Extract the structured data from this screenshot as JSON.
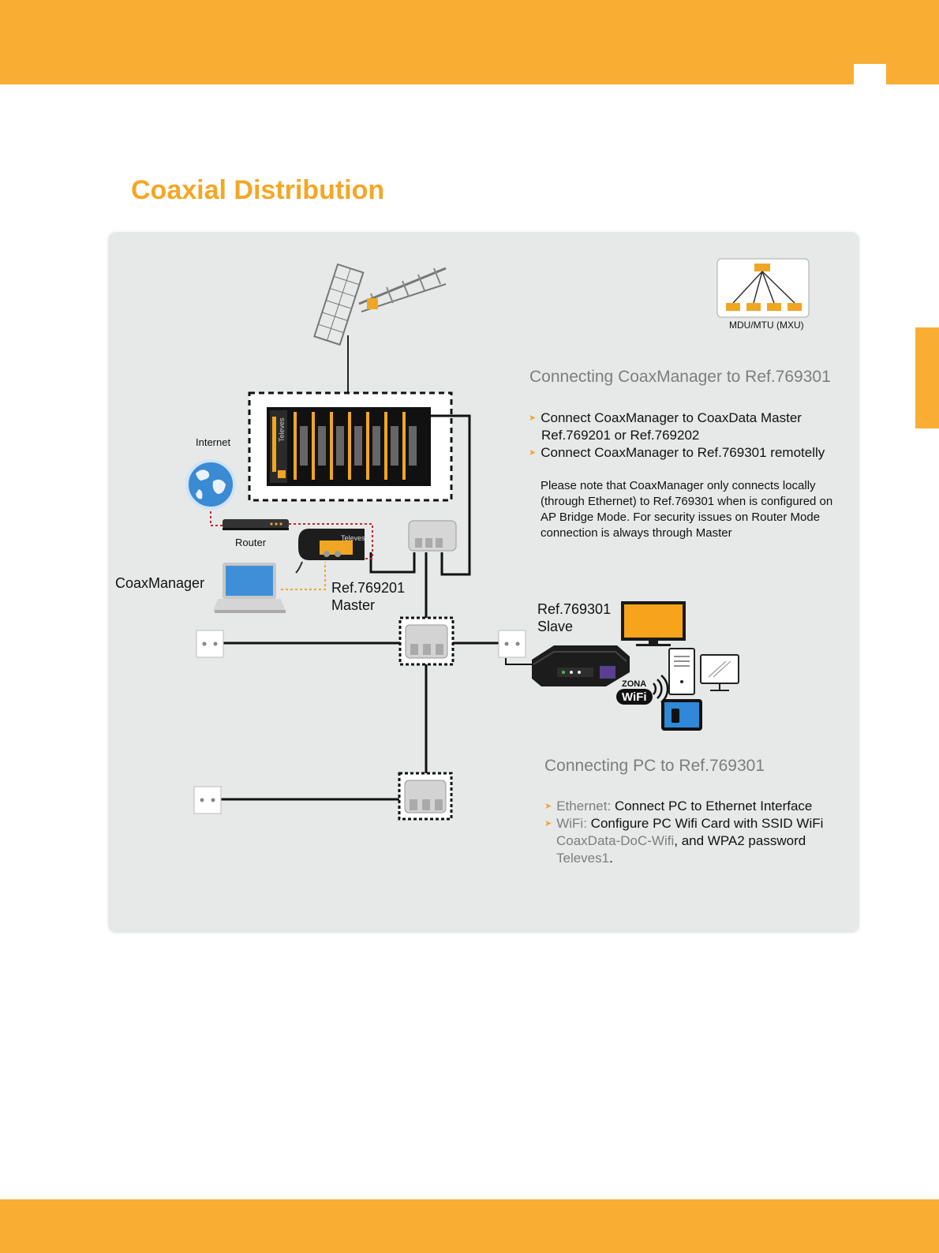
{
  "colors": {
    "accent": "#f9ad33",
    "panel": "#e7e9e9",
    "title": "#f5a623"
  },
  "title": "Coaxial Distribution",
  "diagram": {
    "labels": {
      "internet": "Internet",
      "router": "Router",
      "coaxmanager": "CoaxManager",
      "master_ref": "Ref.769201",
      "master_role": "Master",
      "slave_ref": "Ref.769301",
      "slave_role": "Slave",
      "mxu": "MDU/MTU (MXU)"
    },
    "section1": {
      "heading": "Connecting CoaxManager to Ref.769301",
      "bullets": [
        "Connect CoaxManager to CoaxData Master",
        "Ref.769201 or Ref.769202",
        "Connect CoaxManager to Ref.769301 remotelly"
      ],
      "note": [
        "Please note that CoaxManager only connects locally",
        "(through Ethernet) to Ref.769301 when is configured on",
        "AP Bridge Mode. For security issues on Router Mode",
        "connection is always through Master"
      ]
    },
    "section2": {
      "heading": "Connecting PC to Ref.769301",
      "ethernet_label": "Ethernet:",
      "ethernet_text": "Connect PC to Ethernet Interface",
      "wifi_label": "WiFi:",
      "wifi_text": "Configure PC Wifi Card with SSID WiFi",
      "ssid": "CoaxData-DoC-Wifi",
      "ssid_suffix": ", and WPA2 password",
      "password": "Televes1",
      "end": "."
    },
    "wifi_logo": {
      "top": "ZONA",
      "bottom": "WiFi"
    },
    "brand": "Televes"
  }
}
